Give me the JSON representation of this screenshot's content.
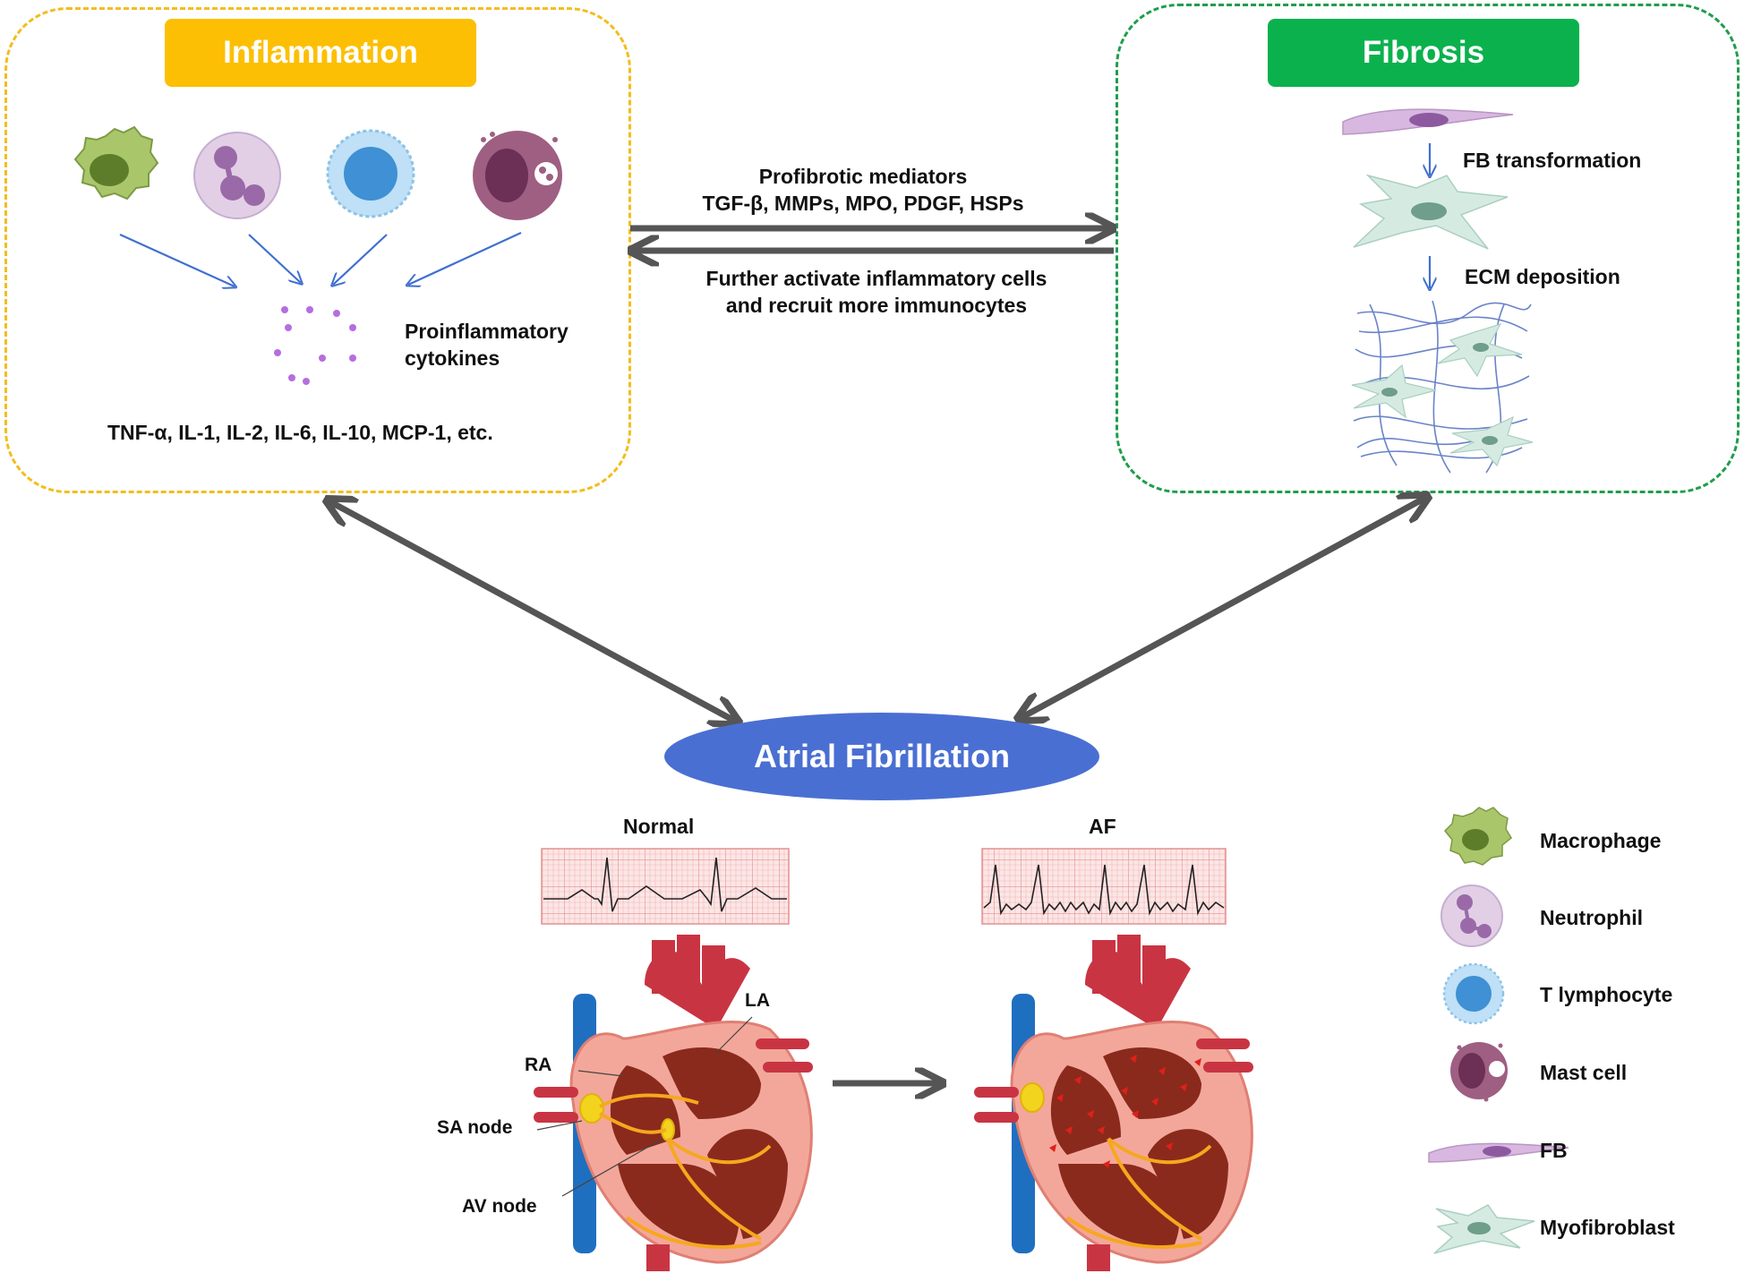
{
  "inflammation": {
    "title": "Inflammation",
    "cytokines_label_line1": "Proinflammatory",
    "cytokines_label_line2": "cytokines",
    "cytokine_list": "TNF-α, IL-1, IL-2,  IL-6, IL-10, MCP-1, etc."
  },
  "fibrosis": {
    "title": "Fibrosis",
    "step1": "FB transformation",
    "step2": "ECM deposition"
  },
  "mediators": {
    "forward_line1": "Profibrotic mediators",
    "forward_line2": "TGF-β, MMPs, MPO, PDGF, HSPs",
    "backward_line1": "Further activate inflammatory cells",
    "backward_line2": "and recruit more immunocytes"
  },
  "center": {
    "title": "Atrial Fibrillation"
  },
  "hearts": {
    "normal_label": "Normal",
    "af_label": "AF",
    "la": "LA",
    "ra": "RA",
    "sa_node": "SA node",
    "av_node": "AV node"
  },
  "legend": [
    {
      "label": "Macrophage",
      "icon": "macrophage-icon"
    },
    {
      "label": "Neutrophil",
      "icon": "neutrophil-icon"
    },
    {
      "label": "T lymphocyte",
      "icon": "t-lymphocyte-icon"
    },
    {
      "label": "Mast cell",
      "icon": "mast-cell-icon"
    },
    {
      "label": "FB",
      "icon": "fibroblast-icon"
    },
    {
      "label": "Myofibroblast",
      "icon": "myofibroblast-icon"
    }
  ],
  "colors": {
    "inflammation": "#fcbf03",
    "fibrosis": "#0bb14d",
    "atrial_fibrillation": "#4a6fd3",
    "arrows": "#555555",
    "small_arrows": "#3f6fd0"
  }
}
